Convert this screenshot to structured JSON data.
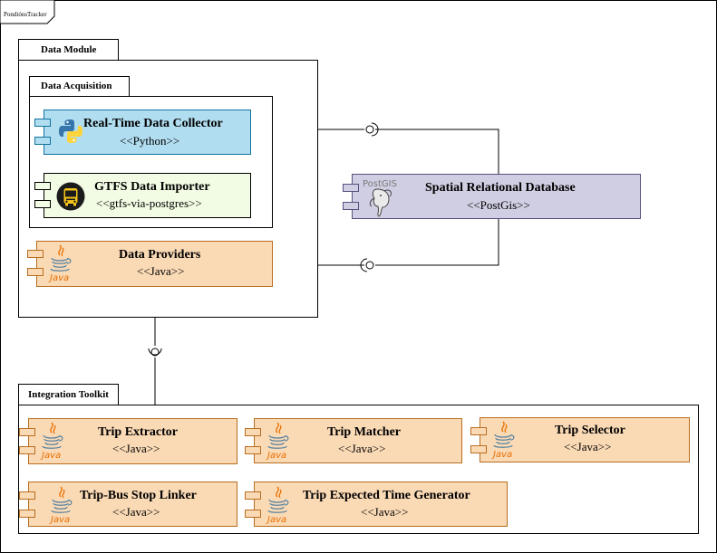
{
  "outer_frame": {
    "title": "PondiónsTracker"
  },
  "data_module": {
    "title": "Data Module",
    "data_acquisition": {
      "title": "Data Acquisition",
      "realtime": {
        "name": "Real-Time Data Collector",
        "stereotype": "<<Python>>",
        "icon": "python-icon"
      },
      "gtfs": {
        "name": "GTFS Data Importer",
        "stereotype": "<<gtfs-via-postgres>>",
        "icon": "bus-icon"
      }
    },
    "providers": {
      "name": "Data Providers",
      "stereotype": "<<Java>>",
      "icon": "java-icon"
    }
  },
  "database": {
    "name": "Spatial Relational Database",
    "stereotype": "<<PostGis>>",
    "icon": "postgis-icon",
    "logo_text": "PostGIS"
  },
  "integration_toolkit": {
    "title": "Integration Toolkit",
    "components": [
      {
        "name": "Trip Extractor",
        "stereotype": "<<Java>>"
      },
      {
        "name": "Trip Matcher",
        "stereotype": "<<Java>>"
      },
      {
        "name": "Trip Selector",
        "stereotype": "<<Java>>"
      },
      {
        "name": "Trip-Bus Stop Linker",
        "stereotype": "<<Java>>"
      },
      {
        "name": "Trip Expected Time Generator",
        "stereotype": "<<Java>>"
      }
    ],
    "java_logo_text": "Java"
  },
  "colors": {
    "python_fill": "#b1ddf0",
    "gtfs_fill": "#f2fbe3",
    "java_fill": "#fad9b5",
    "db_fill": "#d0cee2",
    "java_orange": "#e76f00",
    "java_blue": "#5382a1"
  }
}
